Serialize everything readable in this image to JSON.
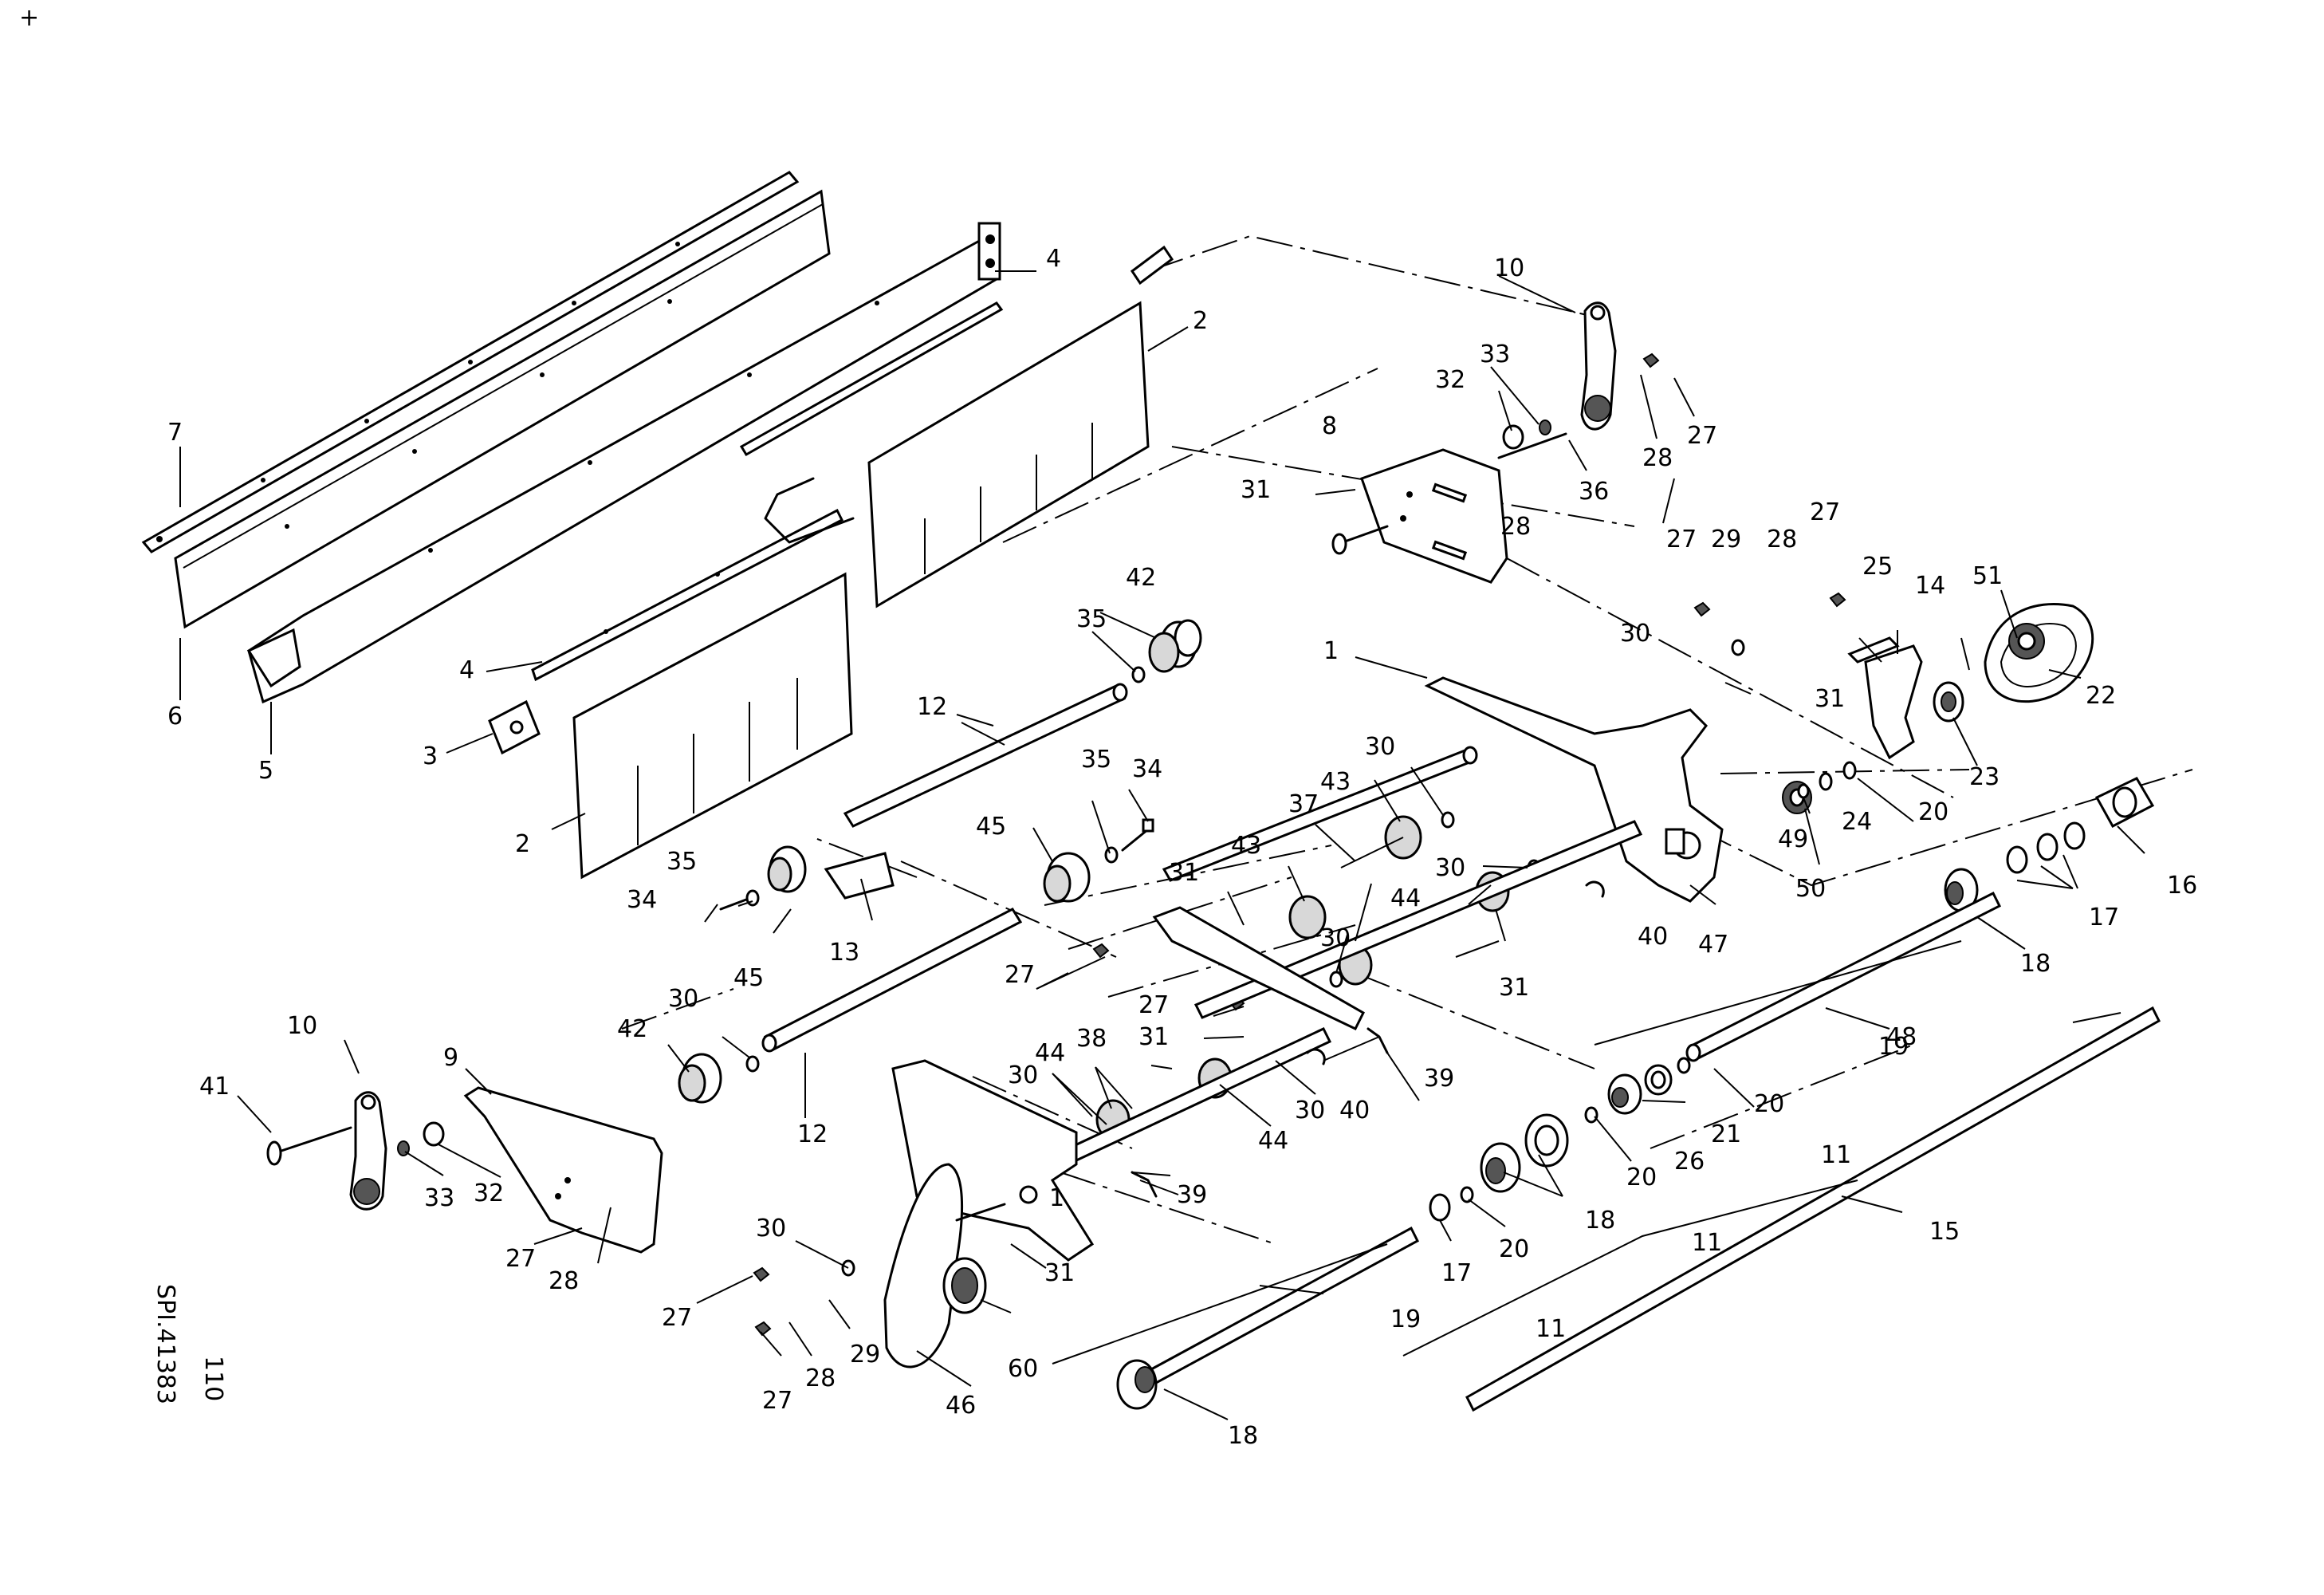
{
  "drawing": {
    "corner_mark": "+",
    "page_number": "110",
    "reference_code": "SPI.41383"
  },
  "callouts": {
    "c1": "1",
    "c2a": "2",
    "c2b": "2",
    "c3": "3",
    "c4a": "4",
    "c4b": "4",
    "c5": "5",
    "c6": "6",
    "c7": "7",
    "c8": "8",
    "c9": "9",
    "c10a": "10",
    "c10b": "10",
    "c11a": "11",
    "c11b": "11",
    "c11c": "11",
    "c12a": "12",
    "c12b": "12",
    "c13": "13",
    "c14": "14",
    "c15": "15",
    "c16": "16",
    "c17a": "17",
    "c17b": "17",
    "c18a": "18",
    "c18b": "18",
    "c18c": "18",
    "c19a": "19",
    "c19b": "19",
    "c20a": "20",
    "c20b": "20",
    "c20c": "20",
    "c20d": "20",
    "c21": "21",
    "c22": "22",
    "c23": "23",
    "c24": "24",
    "c25": "25",
    "c26": "26",
    "c27a": "27",
    "c27b": "27",
    "c27c": "27",
    "c27d": "27",
    "c27e": "27",
    "c27f": "27",
    "c27g": "27",
    "c28a": "28",
    "c28b": "28",
    "c28c": "28",
    "c28d": "28",
    "c28e": "28",
    "c29a": "29",
    "c29b": "29",
    "c30a": "30",
    "c30b": "30",
    "c30c": "30",
    "c30d": "30",
    "c30e": "30",
    "c30f": "30",
    "c30g": "30",
    "c30h": "30",
    "c31a": "31",
    "c31b": "31",
    "c31c": "31",
    "c31d": "31",
    "c31e": "31",
    "c32a": "32",
    "c32b": "32",
    "c33a": "33",
    "c33b": "33",
    "c34a": "34",
    "c34b": "34",
    "c35a": "35",
    "c35b": "35",
    "c35c": "35",
    "c36": "36",
    "c37": "37",
    "c38": "38",
    "c39a": "39",
    "c39b": "39",
    "c40a": "40",
    "c40b": "40",
    "c41": "41",
    "c42a": "42",
    "c42b": "42",
    "c43a": "43",
    "c43b": "43",
    "c44a": "44",
    "c44b": "44",
    "c44c": "44",
    "c45a": "45",
    "c45b": "45",
    "c46": "46",
    "c47": "47",
    "c48": "48",
    "c49": "49",
    "c50": "50",
    "c51": "51",
    "c60": "60"
  }
}
